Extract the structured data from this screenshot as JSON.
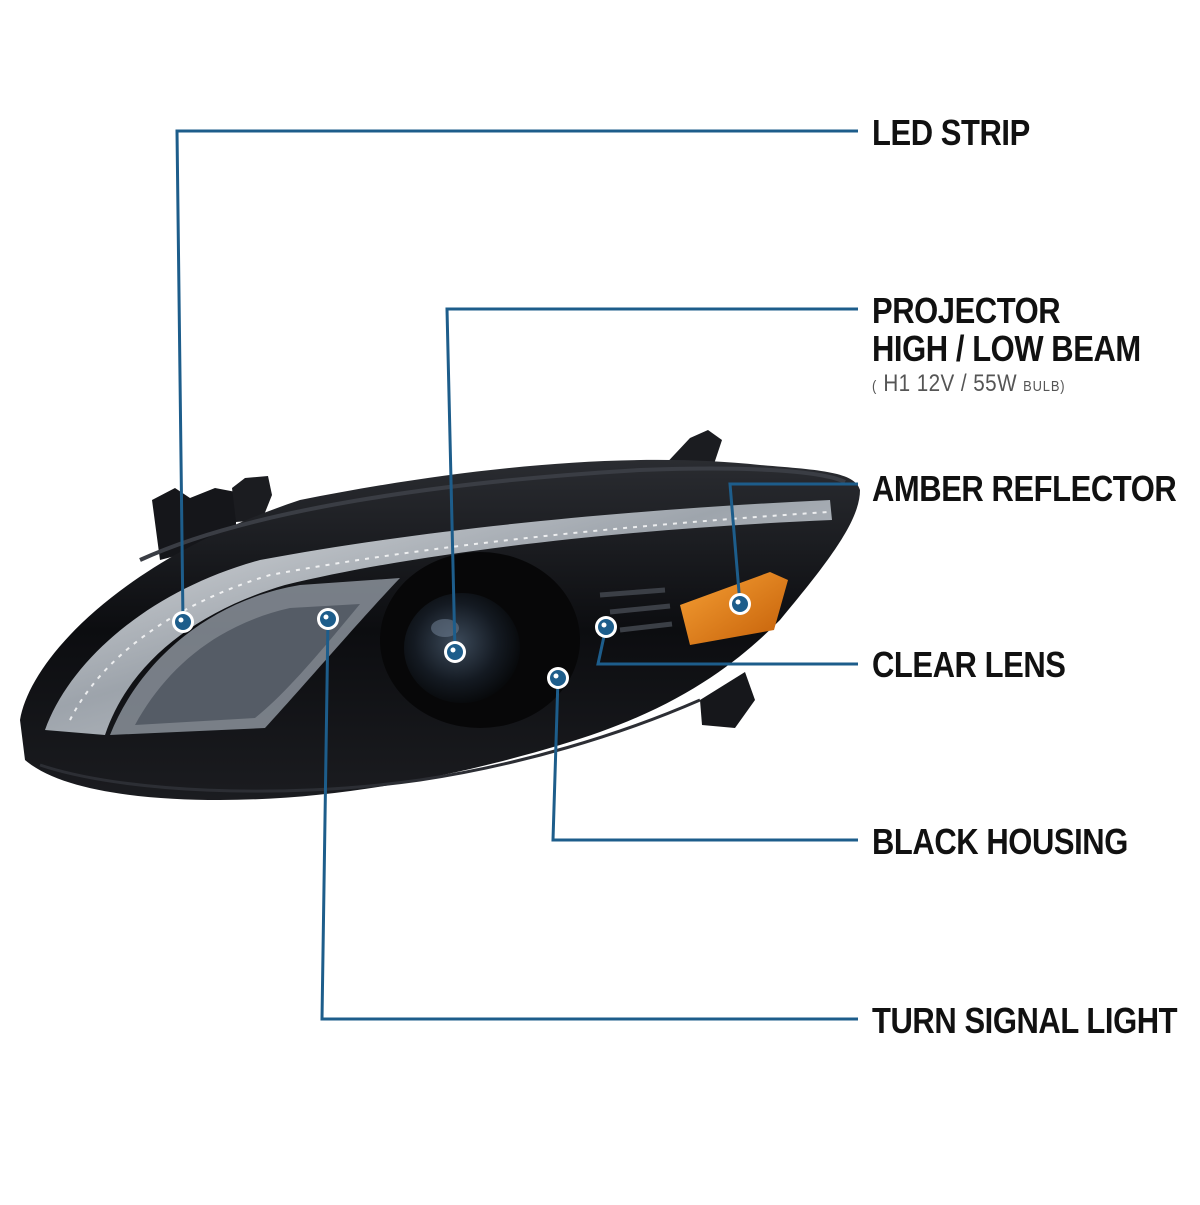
{
  "colors": {
    "leader": "#1d5d8b",
    "dot": "#1d5d8b",
    "housing": "#0b0b0d",
    "lens_chrome": "#c9ced4",
    "amber": "#e07a12",
    "label": "#111111"
  },
  "callouts": [
    {
      "id": "led-strip",
      "label": "LED STRIP"
    },
    {
      "id": "projector",
      "label": "PROJECTOR",
      "label2": "HIGH / LOW BEAM",
      "sub_open": "(",
      "sub_spec": "H1  12V / 55W",
      "sub_unit": "BULB",
      "sub_close": ")"
    },
    {
      "id": "amber-reflector",
      "label": "AMBER REFLECTOR"
    },
    {
      "id": "clear-lens",
      "label": "CLEAR LENS"
    },
    {
      "id": "black-housing",
      "label": "BLACK HOUSING"
    },
    {
      "id": "turn-signal-light",
      "label": "TURN SIGNAL LIGHT"
    }
  ]
}
